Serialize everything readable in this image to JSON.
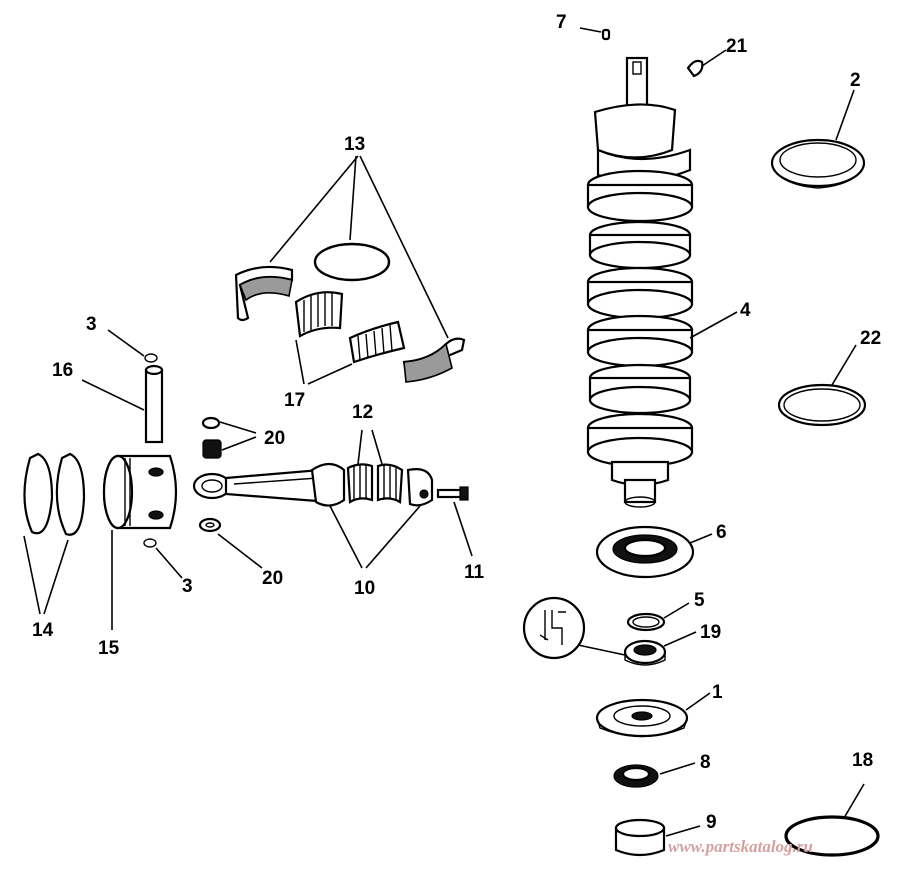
{
  "labels": {
    "p1": "1",
    "p2": "2",
    "p3a": "3",
    "p3b": "3",
    "p4": "4",
    "p5": "5",
    "p6": "6",
    "p7": "7",
    "p8": "8",
    "p9": "9",
    "p10": "10",
    "p11": "11",
    "p12": "12",
    "p13": "13",
    "p14": "14",
    "p15": "15",
    "p16": "16",
    "p17": "17",
    "p18": "18",
    "p19": "19",
    "p20a": "20",
    "p20b": "20",
    "p21": "21",
    "p22": "22"
  },
  "watermark": "www.partskatalog.ru"
}
